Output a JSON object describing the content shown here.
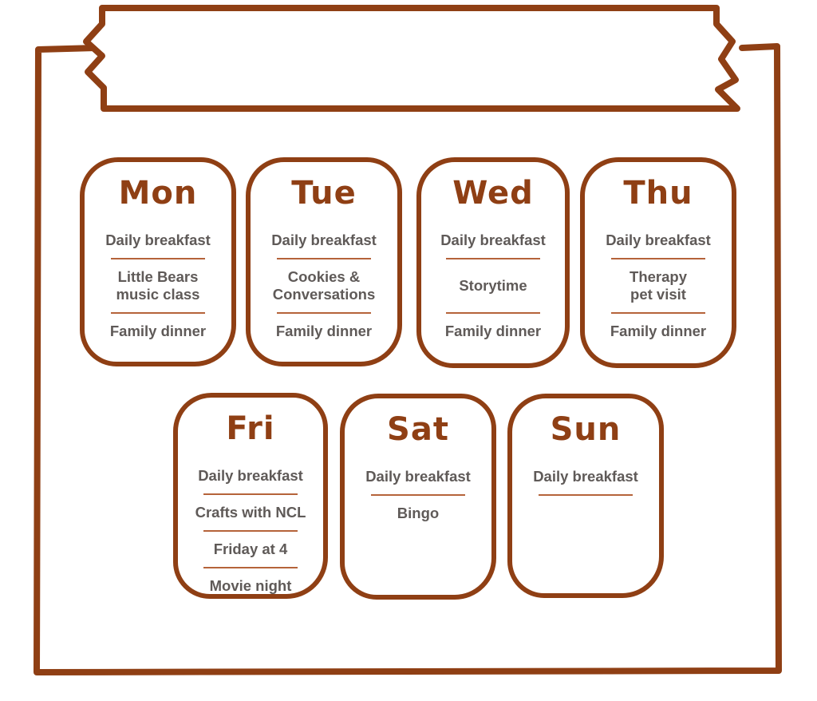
{
  "colors": {
    "accent": "#8f3f14",
    "text": "#5f5a58"
  },
  "days": [
    {
      "name": "Mon",
      "items": [
        "Daily breakfast",
        "Little Bears\nmusic class",
        "Family dinner"
      ]
    },
    {
      "name": "Tue",
      "items": [
        "Daily breakfast",
        "Cookies &\nConversations",
        "Family dinner"
      ]
    },
    {
      "name": "Wed",
      "items": [
        "Daily breakfast",
        "Storytime",
        "Family dinner"
      ]
    },
    {
      "name": "Thu",
      "items": [
        "Daily breakfast",
        "Therapy\npet visit",
        "Family dinner"
      ]
    },
    {
      "name": "Fri",
      "items": [
        "Daily breakfast",
        "Crafts with NCL",
        "Friday at 4",
        "Movie night"
      ]
    },
    {
      "name": "Sat",
      "items": [
        "Daily breakfast",
        "Bingo"
      ]
    },
    {
      "name": "Sun",
      "items": [
        "Daily breakfast"
      ]
    }
  ]
}
